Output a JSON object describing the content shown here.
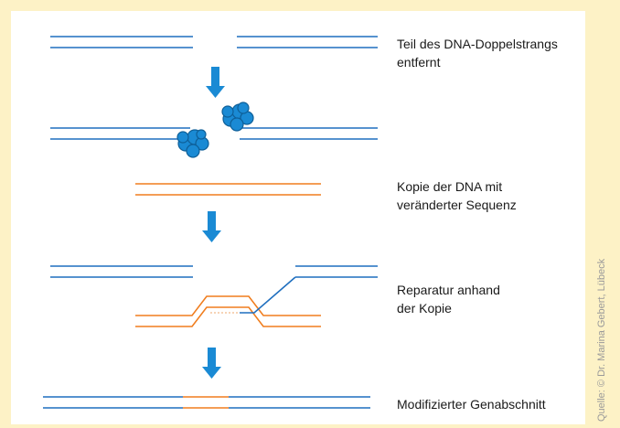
{
  "labels": {
    "step1": "Teil des DNA-Doppelstrangs\nentfernt",
    "step2": "Kopie der DNA mit\nveränderter Sequenz",
    "step3": "Reparatur anhand\nder Kopie",
    "step4": "Modifizierter Genabschnitt"
  },
  "credit": "Quelle: © Dr. Marina Gebert, Lübeck",
  "colors": {
    "background": "#fdf2c6",
    "panel": "#ffffff",
    "dna_strand": "#1f6fbf",
    "copy_strand": "#f07d1e",
    "arrow": "#1a8ad4",
    "enzyme": "#1a8ad4"
  }
}
